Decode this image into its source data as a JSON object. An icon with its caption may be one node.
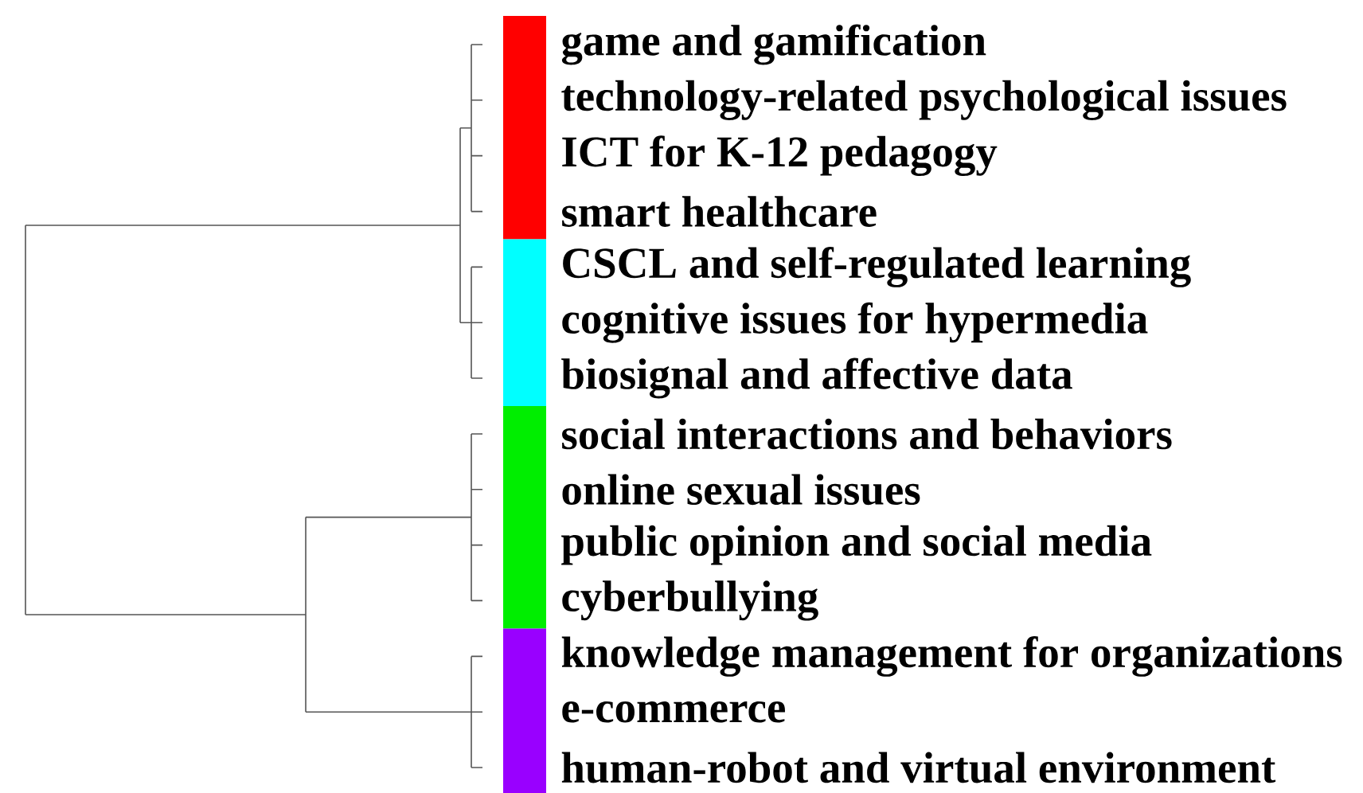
{
  "diagram": {
    "labels": [
      "game and gamification",
      "technology-related psychological issues",
      "ICT for K-12 pedagogy",
      "smart healthcare",
      "CSCL and self-regulated learning",
      "cognitive issues for hypermedia",
      "biosignal and affective data",
      "social interactions and behaviors",
      "online sexual issues",
      "public opinion and social media",
      "cyberbullying",
      "knowledge management for organizations",
      "e-commerce",
      "human-robot and virtual environment"
    ]
  }
}
